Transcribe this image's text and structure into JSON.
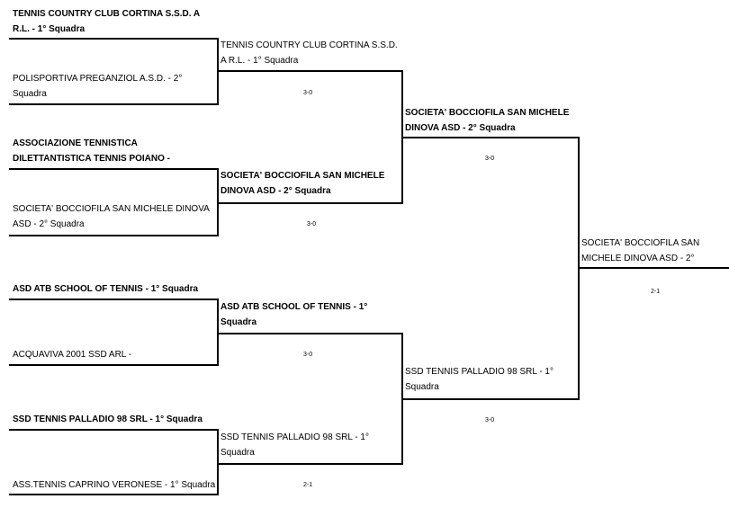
{
  "round1": {
    "m1": {
      "team_a": [
        "TENNIS COUNTRY CLUB CORTINA S.S.D. A",
        "R.L. - 1° Squadra"
      ],
      "team_b": [
        "POLISPORTIVA PREGANZIOL A.S.D. - 2°",
        "Squadra"
      ]
    },
    "m2": {
      "team_a": [
        "ASSOCIAZIONE TENNISTICA",
        "DILETTANTISTICA TENNIS POIANO -"
      ],
      "team_b": [
        "SOCIETA' BOCCIOFILA SAN MICHELE DINOVA",
        "ASD - 2° Squadra"
      ]
    },
    "m3": {
      "team_a": [
        "ASD ATB SCHOOL OF TENNIS - 1° Squadra"
      ],
      "team_b": [
        "ACQUAVIVA 2001 SSD ARL -"
      ]
    },
    "m4": {
      "team_a": [
        "SSD TENNIS PALLADIO 98 SRL - 1° Squadra"
      ],
      "team_b": [
        "ASS.TENNIS CAPRINO VERONESE - 1° Squadra"
      ]
    }
  },
  "round2": {
    "m1": {
      "winner": [
        "TENNIS COUNTRY CLUB CORTINA S.S.D.",
        "A R.L. - 1° Squadra"
      ],
      "score": "3-0"
    },
    "m2": {
      "winner": [
        "SOCIETA' BOCCIOFILA SAN MICHELE",
        "DINOVA ASD - 2° Squadra"
      ],
      "score": "3-0"
    },
    "m3": {
      "winner": [
        "ASD ATB SCHOOL OF TENNIS - 1°",
        "Squadra"
      ],
      "score": "3-0"
    },
    "m4": {
      "winner": [
        "SSD TENNIS PALLADIO 98 SRL - 1°",
        "Squadra"
      ],
      "score": "2-1"
    }
  },
  "semifinals": {
    "s1": {
      "winner": [
        "SOCIETA' BOCCIOFILA SAN MICHELE",
        "DINOVA ASD - 2° Squadra"
      ],
      "score": "3-0"
    },
    "s2": {
      "winner": [
        "SSD TENNIS PALLADIO 98 SRL - 1°",
        "Squadra"
      ],
      "score": "3-0"
    }
  },
  "final": {
    "winner": [
      "SOCIETA' BOCCIOFILA SAN",
      "MICHELE DINOVA ASD - 2°"
    ],
    "score": "2-1"
  }
}
